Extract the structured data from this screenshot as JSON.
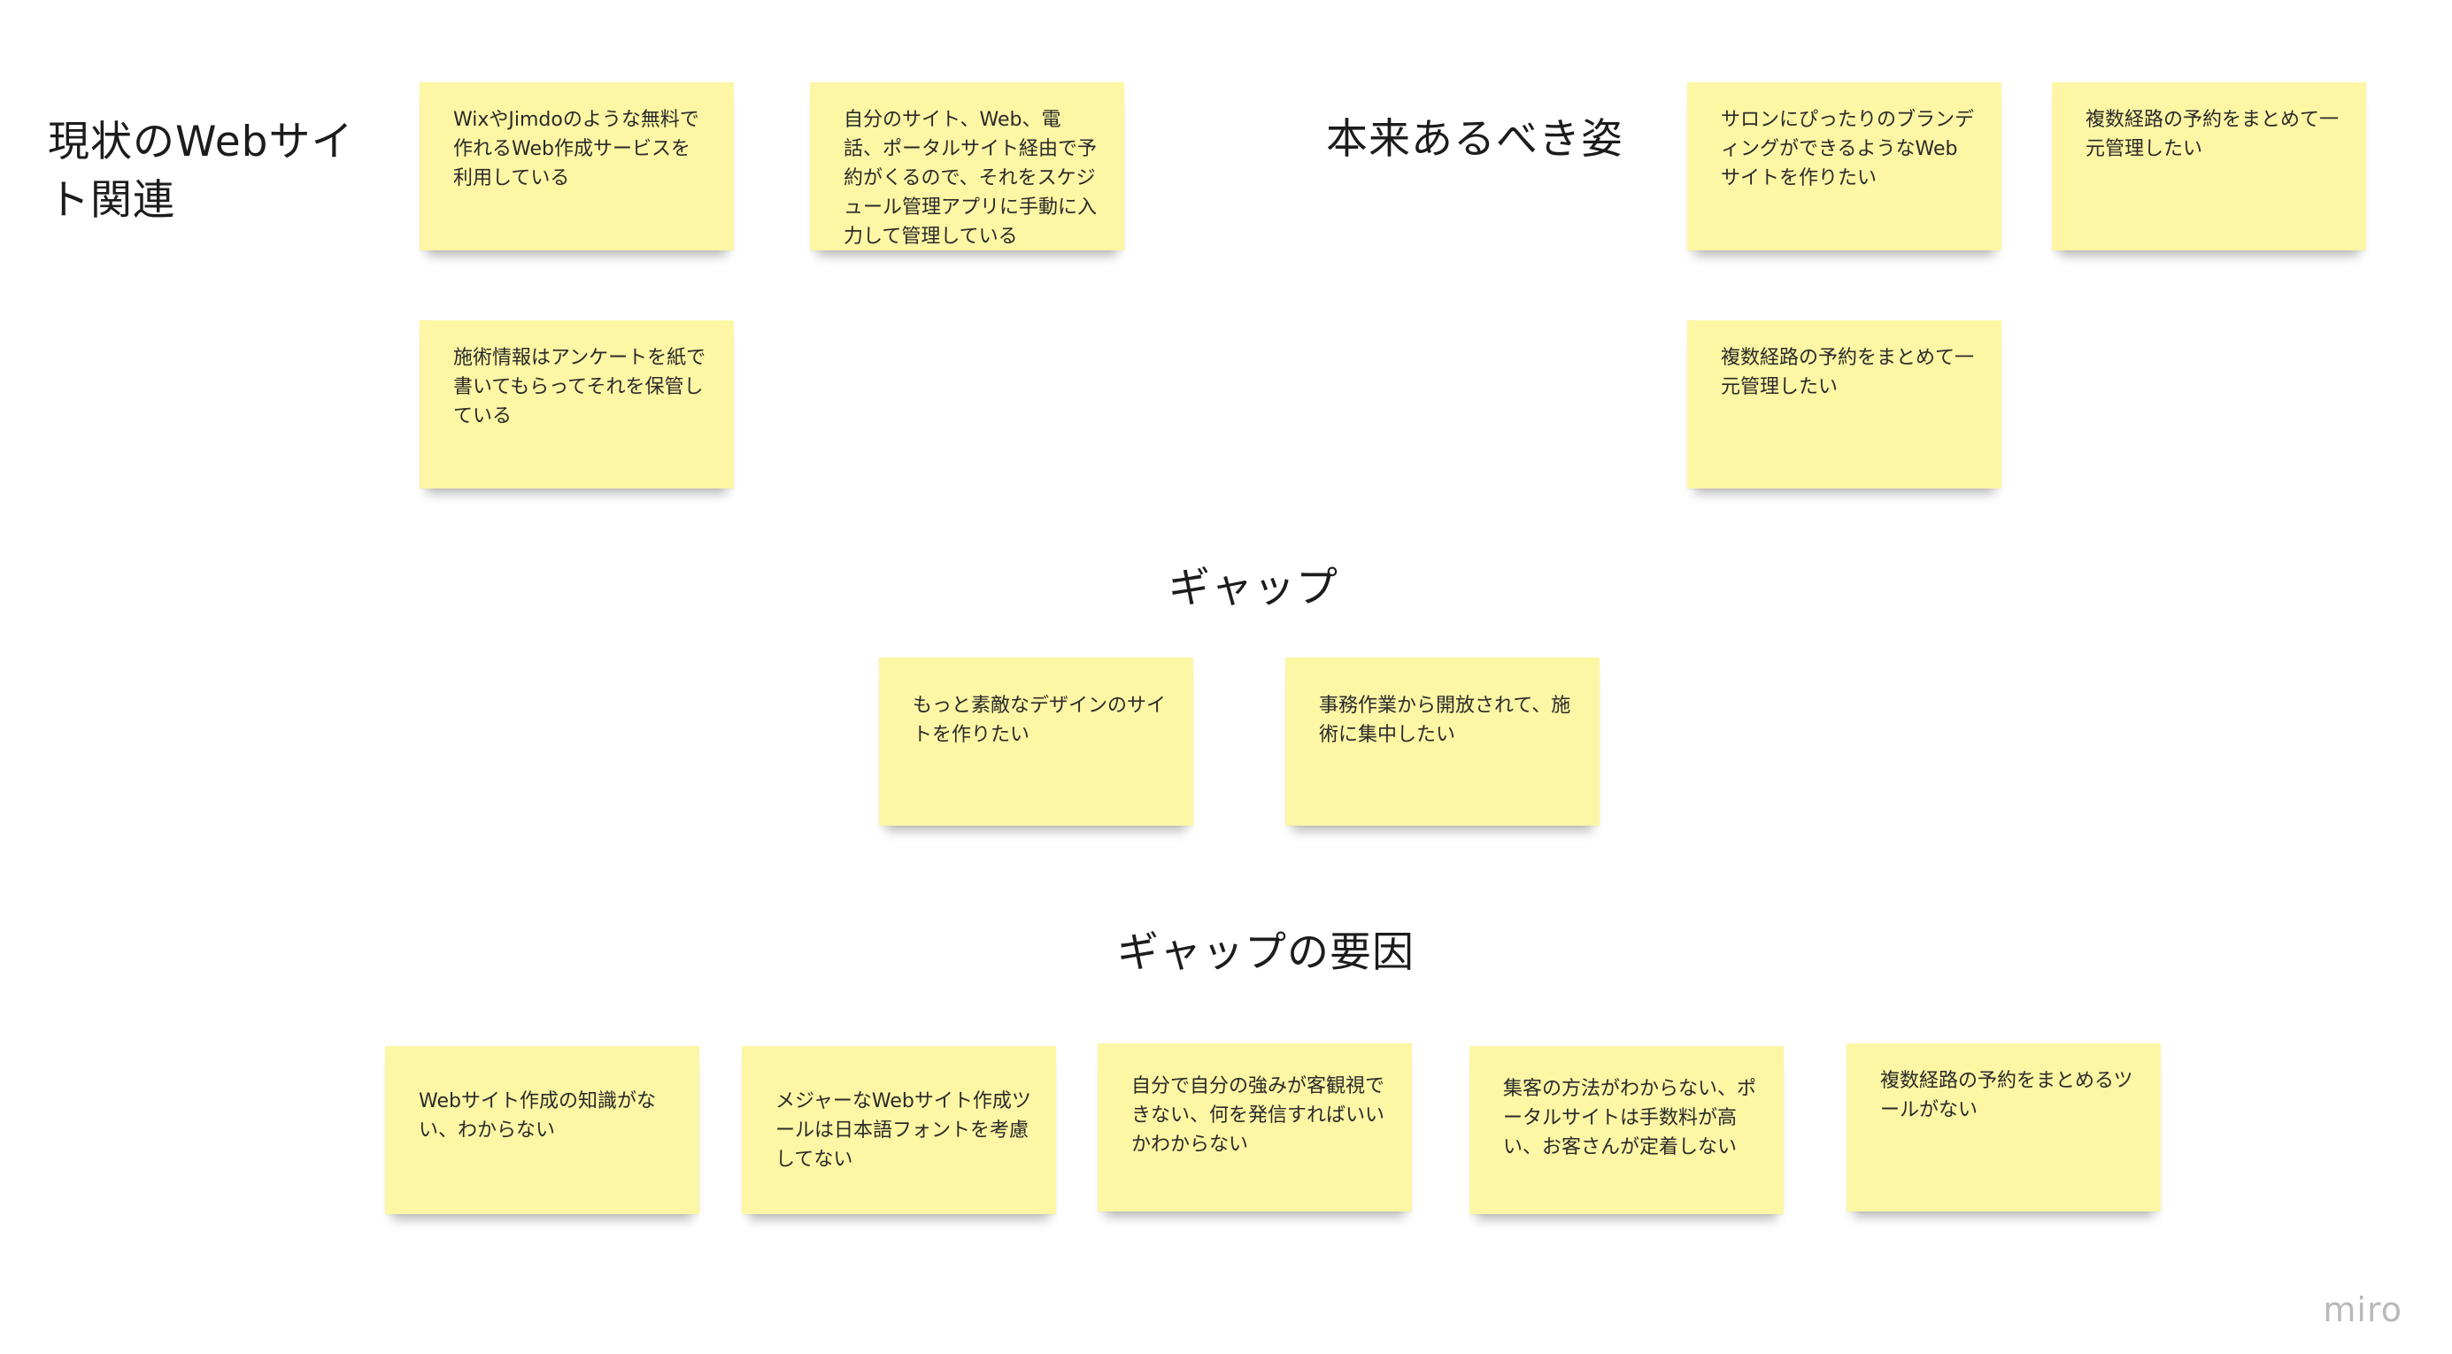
{
  "board": {
    "headings": {
      "current": "現状のWebサイ\nト関連",
      "ideal": "本来あるべき姿",
      "gap": "ギャップ",
      "causes": "ギャップの要因"
    },
    "current_notes": [
      "WixやJimdoのような無料で作れるWeb作成サービスを利用している",
      "自分のサイト、Web、電話、ポータルサイト経由で予約がくるので、それをスケジュール管理アプリに手動に入力して管理している",
      "施術情報はアンケートを紙で書いてもらってそれを保管している"
    ],
    "ideal_notes": [
      "サロンにぴったりのブランディングができるようなWebサイトを作りたい",
      "複数経路の予約をまとめて一元管理したい",
      "複数経路の予約をまとめて一元管理したい"
    ],
    "gap_notes": [
      "もっと素敵なデザインのサイトを作りたい",
      "事務作業から開放されて、施術に集中したい"
    ],
    "cause_notes": [
      "Webサイト作成の知識がない、わからない",
      "メジャーなWebサイト作成ツールは日本語フォントを考慮してない",
      "自分で自分の強みが客観視できない、何を発信すればいいかわからない",
      "集客の方法がわからない、ポータルサイトは手数料が高い、お客さんが定着しない",
      "複数経路の予約をまとめるツールがない"
    ],
    "colors": {
      "sticky": "#fdf6a4",
      "background": "#ffffff",
      "watermark": "#b9b9b9"
    }
  },
  "app": {
    "watermark": "miro"
  }
}
